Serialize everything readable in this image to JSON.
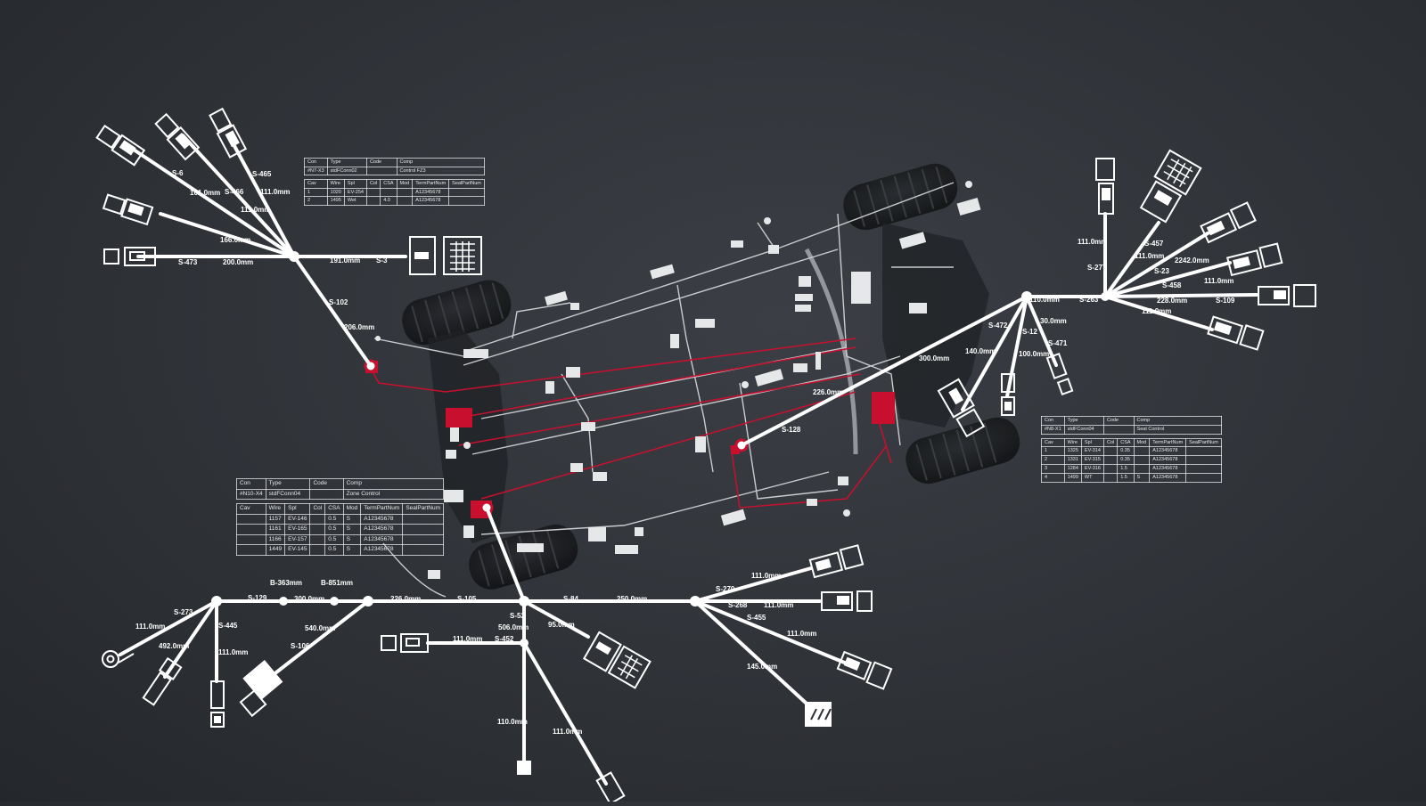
{
  "colors": {
    "background": "#2f3237",
    "wire": "#ffffff",
    "signal": "#c8102e"
  },
  "tables": [
    {
      "id": "table-top-left",
      "head": [
        "Con",
        "Type",
        "Code",
        "Comp"
      ],
      "head_row": [
        "#N7-X3",
        "stdFConn02",
        "",
        "Control FZ3"
      ],
      "cols": [
        "Cav",
        "Wire",
        "Spl",
        "Col",
        "CSA",
        "Mod",
        "TermPartNum",
        "SealPartNum"
      ],
      "rows": [
        [
          "1",
          "1020",
          "EV-254",
          "",
          "",
          "",
          "A12345678",
          ""
        ],
        [
          "2",
          "1495",
          "Wet",
          "",
          "4.0",
          "",
          "A12345678",
          ""
        ]
      ]
    },
    {
      "id": "table-bottom-left",
      "head": [
        "Con",
        "Type",
        "Code",
        "Comp"
      ],
      "head_row": [
        "#N10-X4",
        "stdFConn04",
        "",
        "Zone Control"
      ],
      "cols": [
        "Cav",
        "Wire",
        "Spl",
        "Col",
        "CSA",
        "Mod",
        "TermPartNum",
        "SealPartNum"
      ],
      "rows": [
        [
          "",
          "1157",
          "EV-146",
          "",
          "0.5",
          "S",
          "A12345678",
          ""
        ],
        [
          "",
          "1161",
          "EV-165",
          "",
          "0.5",
          "S",
          "A12345678",
          ""
        ],
        [
          "",
          "1166",
          "EV-157",
          "",
          "0.5",
          "S",
          "A12345678",
          ""
        ],
        [
          "",
          "1449",
          "EV-145",
          "",
          "0.5",
          "S",
          "A12345678",
          ""
        ]
      ]
    },
    {
      "id": "table-right",
      "head": [
        "Con",
        "Type",
        "Code",
        "Comp"
      ],
      "head_row": [
        "#N8-X1",
        "stdFConn04",
        "",
        "Seat Control"
      ],
      "cols": [
        "Cav",
        "Wire",
        "Spl",
        "Col",
        "CSA",
        "Mod",
        "TermPartNum",
        "SealPartNum"
      ],
      "rows": [
        [
          "1",
          "1325",
          "EV-314",
          "",
          "0.35",
          "",
          "A12345678",
          ""
        ],
        [
          "2",
          "1331",
          "EV-315",
          "",
          "0.35",
          "",
          "A12345678",
          ""
        ],
        [
          "3",
          "1284",
          "EV-316",
          "",
          "1.5",
          "",
          "A12345678",
          ""
        ],
        [
          "4",
          "1499",
          "WT",
          "",
          "1.5",
          "S",
          "A12345678",
          ""
        ]
      ]
    }
  ],
  "labels": {
    "s6": "S-6",
    "s465": "S-465",
    "s466": "S-466",
    "len161": "161.0mm",
    "len111a": "111.0mm",
    "len111b": "111.0mm",
    "len166": "166.0mm",
    "s473": "S-473",
    "len200": "200.0mm",
    "len191": "191.0mm",
    "s3": "S-3",
    "s102": "S-102",
    "len206": "206.0mm",
    "len226": "226.0mm",
    "s128": "S-128",
    "len300a": "300.0mm",
    "len140": "140.0mm",
    "len100": "100.0mm",
    "s472": "S-472",
    "s12": "S-12",
    "s471": "S-471",
    "len30": "30.0mm",
    "len110": "110.0mm",
    "s263": "S-263",
    "len111c": "111.0mm",
    "s277": "S-277",
    "s457": "S-457",
    "len111d": "111.0mm",
    "len2242": "2242.0mm",
    "s23": "S-23",
    "s458": "S-458",
    "len111e": "111.0mm",
    "len228": "228.0mm",
    "s109": "S-109",
    "len111f": "111.0mm",
    "b363": "B-363mm",
    "b851": "B-851mm",
    "s129": "S-129",
    "len300b": "300.0mm",
    "len226b": "226.0mm",
    "s105": "S-105",
    "s273": "S-273",
    "len111g": "111.0mm",
    "len492": "492.0mm",
    "s445": "S-445",
    "len111h": "111.0mm",
    "len540": "540.0mm",
    "s106": "S-106",
    "s52": "S-52",
    "s84": "S-84",
    "len250": "250.0mm",
    "len506": "506.0mm",
    "len95": "95.0mm",
    "len111i": "111.0mm",
    "s452": "S-452",
    "len110b": "110.0mm",
    "len111j": "111.0mm",
    "s270": "S-270",
    "len111k": "111.0mm",
    "s268": "S-268",
    "len111l": "111.0mm",
    "s455": "S-455",
    "len111m": "111.0mm",
    "len145": "145.0mm"
  }
}
